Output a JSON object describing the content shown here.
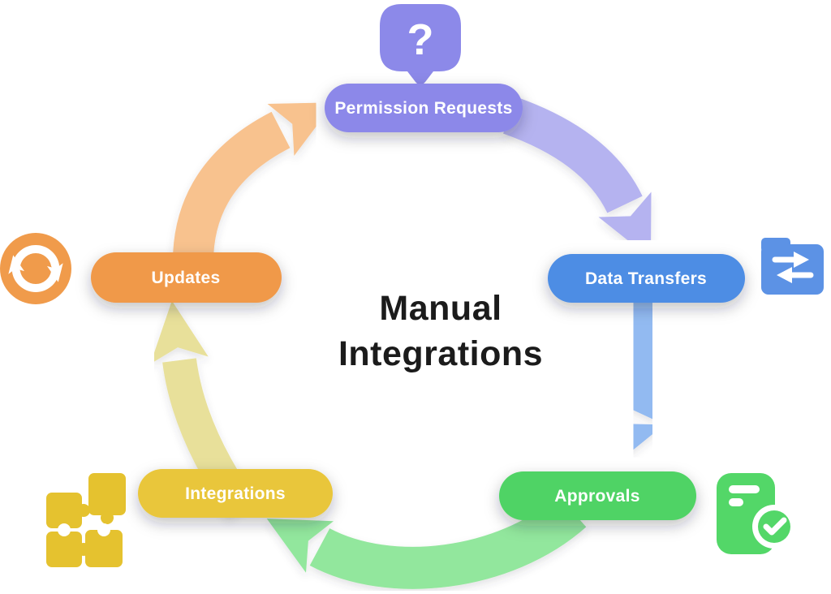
{
  "title": {
    "line1": "Manual",
    "line2": "Integrations"
  },
  "nodes": [
    {
      "id": "permission-requests",
      "label": "Permission Requests",
      "pill_color": "#8c88e9",
      "icon": "question-bubble-icon",
      "icon_color": "#8c89e9"
    },
    {
      "id": "data-transfers",
      "label": "Data Transfers",
      "pill_color": "#4e8de4",
      "icon": "folder-transfer-icon",
      "icon_color": "#5c92e5"
    },
    {
      "id": "approvals",
      "label": "Approvals",
      "pill_color": "#50d365",
      "icon": "document-check-icon",
      "icon_color": "#53d768"
    },
    {
      "id": "integrations",
      "label": "Integrations",
      "pill_color": "#e9c63b",
      "icon": "puzzle-icon",
      "icon_color": "#e5c22f"
    },
    {
      "id": "updates",
      "label": "Updates",
      "pill_color": "#f0994a",
      "icon": "refresh-icon",
      "icon_color": "#f09b4b"
    }
  ],
  "arrows": [
    {
      "from": "updates",
      "to": "permission-requests",
      "color": "#f8c28e"
    },
    {
      "from": "permission-requests",
      "to": "data-transfers",
      "color": "#b5b3f0"
    },
    {
      "from": "data-transfers",
      "to": "approvals",
      "color": "#92baf1"
    },
    {
      "from": "approvals",
      "to": "integrations",
      "color": "#92e79d"
    },
    {
      "from": "integrations",
      "to": "updates",
      "color": "#e8e09a"
    }
  ],
  "icon_glyphs": {
    "question_mark": "?"
  },
  "text_colors": {
    "title": "#1b1b1b",
    "pill_label": "#ffffff"
  },
  "background": "#ffffff"
}
